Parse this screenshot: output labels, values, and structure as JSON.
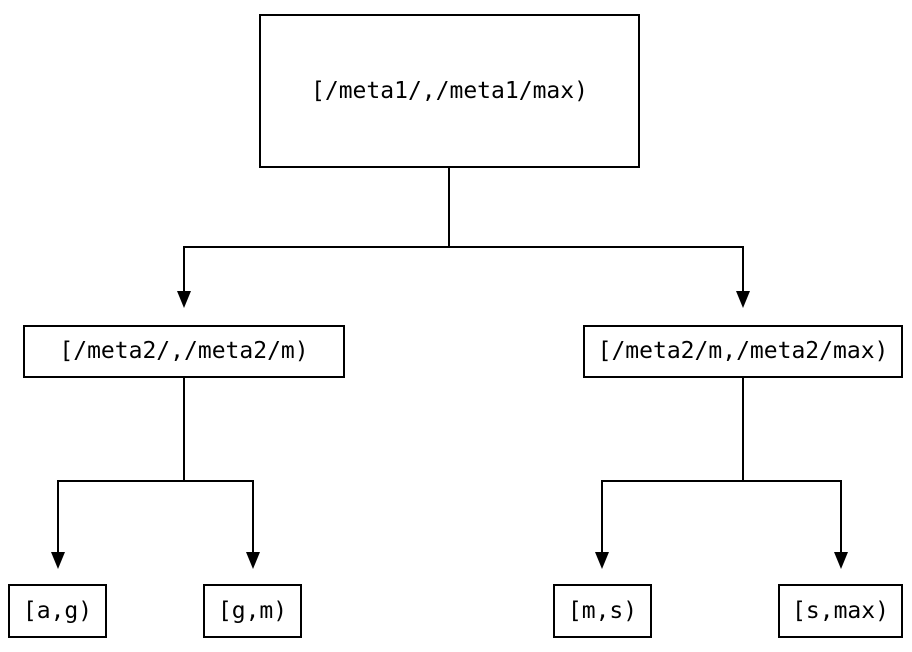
{
  "tree": {
    "root": {
      "label": "[/meta1/,/meta1/max)"
    },
    "children": [
      {
        "label": "[/meta2/,/meta2/m)",
        "children": [
          {
            "label": "[a,g)"
          },
          {
            "label": "[g,m)"
          }
        ]
      },
      {
        "label": "[/meta2/m,/meta2/max)",
        "children": [
          {
            "label": "[m,s)"
          },
          {
            "label": "[s,max)"
          }
        ]
      }
    ]
  },
  "colors": {
    "line": "#000000",
    "box_border": "#000000",
    "text": "#000000",
    "background": "#ffffff"
  }
}
